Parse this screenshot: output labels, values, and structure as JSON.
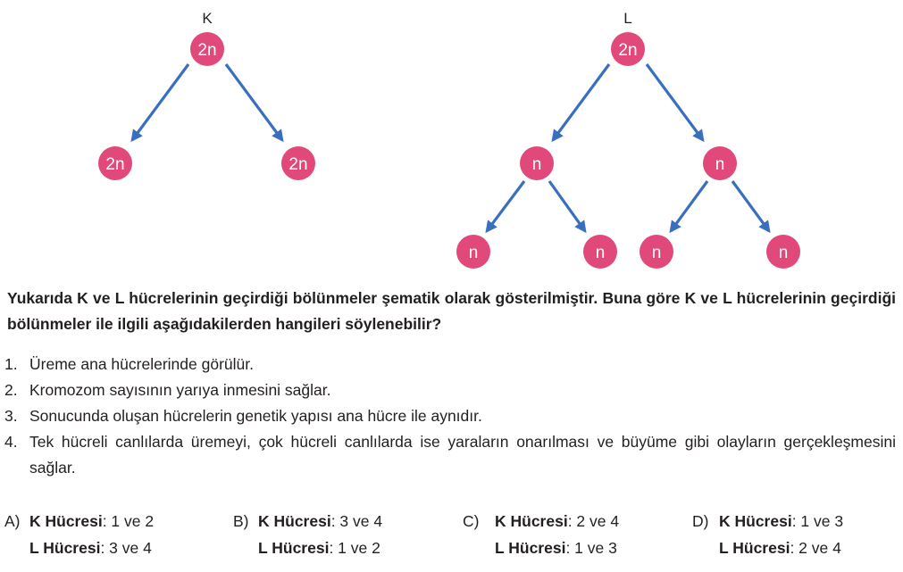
{
  "diagram": {
    "tree_k": {
      "label": "K",
      "root": "2n",
      "children": [
        "2n",
        "2n"
      ]
    },
    "tree_l": {
      "label": "L",
      "root": "2n",
      "level1": [
        "n",
        "n"
      ],
      "level2": [
        "n",
        "n",
        "n",
        "n"
      ]
    },
    "colors": {
      "node_fill": "#e0497a",
      "arrow": "#3a6fc0"
    }
  },
  "question": "Yukarıda K ve L hücrelerinin geçirdiği bölünmeler şematik olarak gösterilmiştir. Buna göre K ve L hücrelerinin geçirdiği bölünmeler ile ilgili aşağıdakilerden hangileri söylenebilir?",
  "statements": [
    {
      "num": "1.",
      "text": "Üreme ana hücrelerinde görülür."
    },
    {
      "num": "2.",
      "text": "Kromozom sayısının yarıya inmesini sağlar."
    },
    {
      "num": "3.",
      "text": "Sonucunda oluşan hücrelerin genetik yapısı ana hücre ile aynıdır."
    },
    {
      "num": "4.",
      "text": "Tek hücreli canlılarda üremeyi, çok hücreli canlılarda ise yaraların onarılması ve büyüme gibi olayların gerçekleşmesini sağlar."
    }
  ],
  "options": [
    {
      "letter": "A)",
      "k_label": "K Hücresi",
      "k_value": ": 1 ve 2",
      "l_label": "L Hücresi",
      "l_value": ": 3 ve 4"
    },
    {
      "letter": "B)",
      "k_label": "K Hücresi",
      "k_value": ": 3 ve 4",
      "l_label": "L Hücresi",
      "l_value": ": 1 ve 2"
    },
    {
      "letter": "C)",
      "k_label": "K Hücresi",
      "k_value": ": 2 ve 4",
      "l_label": "L Hücresi",
      "l_value": ": 1 ve 3"
    },
    {
      "letter": "D)",
      "k_label": "K Hücresi",
      "k_value": ": 1 ve 3",
      "l_label": "L Hücresi",
      "l_value": ": 2 ve 4"
    }
  ]
}
